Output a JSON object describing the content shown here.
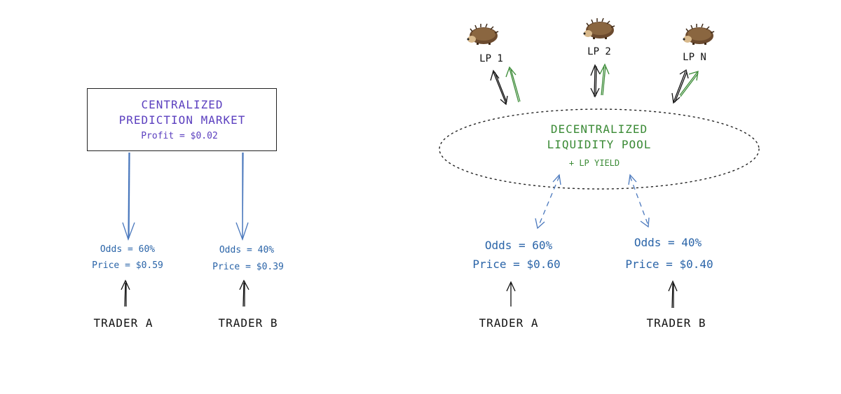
{
  "left": {
    "market_title_line1": "CENTRALIZED",
    "market_title_line2": "PREDICTION MARKET",
    "market_profit": "Profit = $0.02",
    "outcome_a": {
      "odds": "Odds = 60%",
      "price": "Price = $0.59"
    },
    "outcome_b": {
      "odds": "Odds = 40%",
      "price": "Price = $0.39"
    },
    "trader_a": "TRADER A",
    "trader_b": "TRADER B"
  },
  "right": {
    "lps": [
      "LP 1",
      "LP 2",
      "LP N"
    ],
    "pool_line1": "DECENTRALIZED",
    "pool_line2": "LIQUIDITY POOL",
    "pool_yield": "+ LP YIELD",
    "outcome_a": {
      "odds": "Odds = 60%",
      "price": "Price = $0.60"
    },
    "outcome_b": {
      "odds": "Odds = 40%",
      "price": "Price = $0.40"
    },
    "trader_a": "TRADER A",
    "trader_b": "TRADER B"
  },
  "colors": {
    "purple": "#5b3fbf",
    "blue": "#2a64a8",
    "green": "#3a8a35",
    "black": "#111111"
  }
}
